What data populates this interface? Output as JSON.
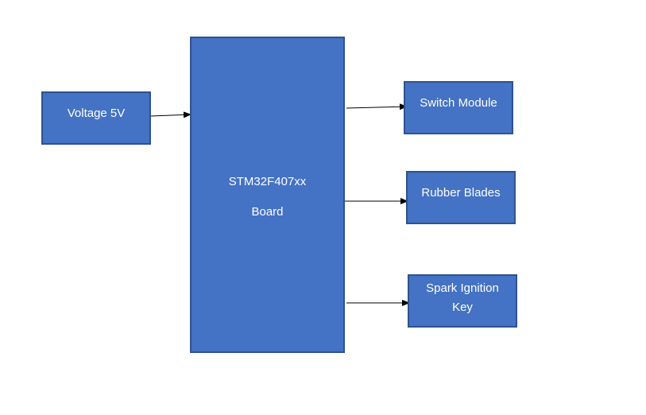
{
  "nodes": {
    "voltage": {
      "label": "Voltage 5V"
    },
    "mcu": {
      "line1": "STM32F407xx",
      "line2": "Board"
    },
    "switch": {
      "label": "Switch Module"
    },
    "rubber": {
      "label": "Rubber Blades"
    },
    "spark": {
      "line1": "Spark Ignition",
      "line2": "Key"
    }
  },
  "colors": {
    "box_fill": "#4472c4",
    "box_border": "#2f528f",
    "text": "#ffffff",
    "arrow": "#000000"
  }
}
